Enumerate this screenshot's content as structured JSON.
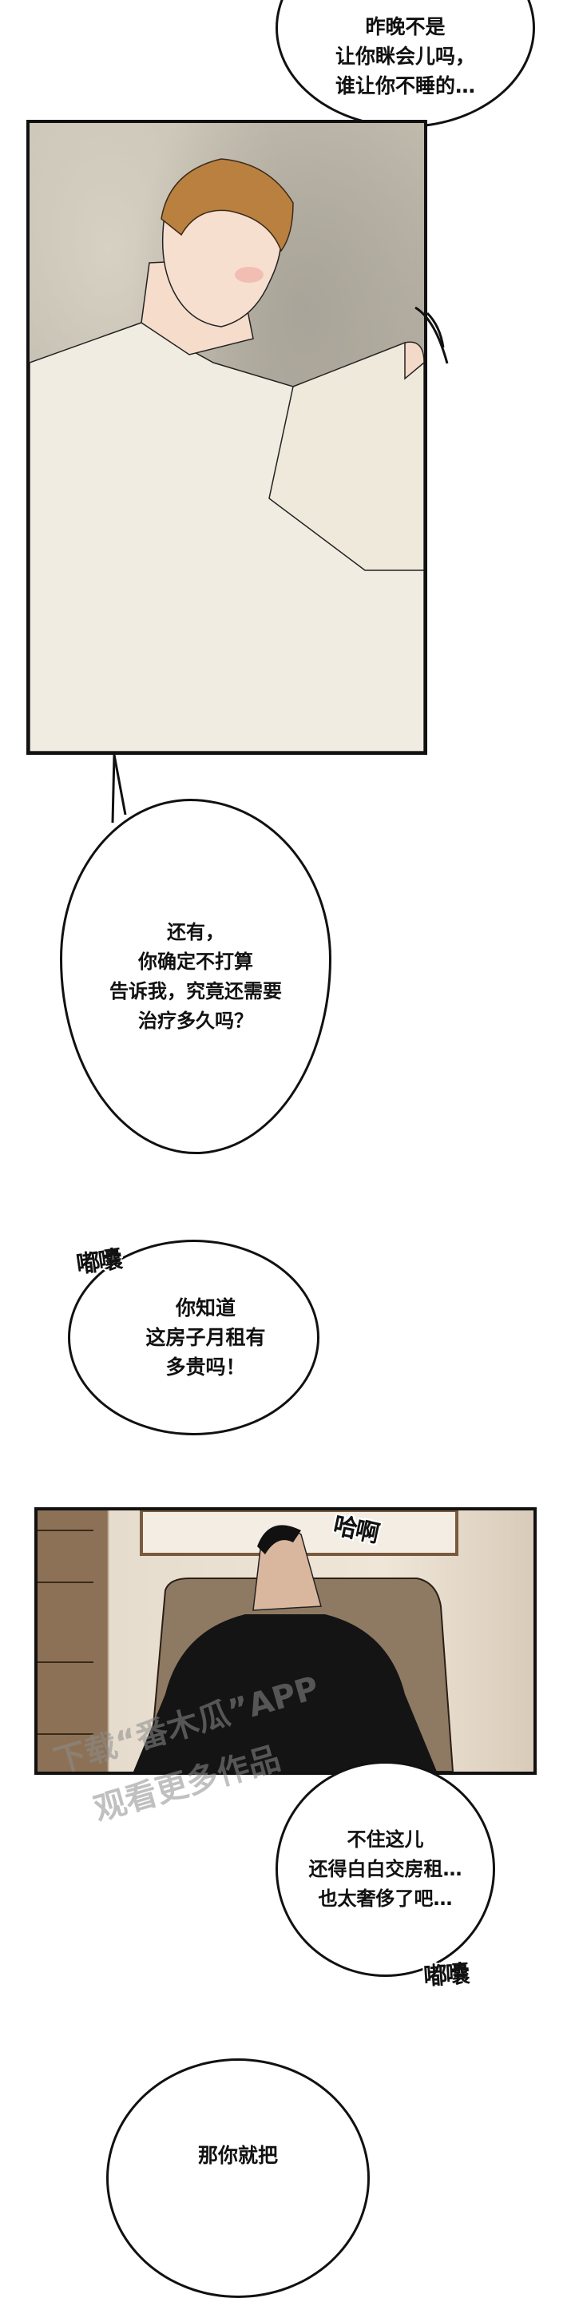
{
  "page": {
    "type": "webtoon-strip",
    "background_color": "#ffffff"
  },
  "bubbles": [
    {
      "id": "bubble-1",
      "lines": "昨晚不是\n让你眯会儿吗，\n谁让你不睡的…"
    },
    {
      "id": "bubble-2",
      "lines": "还有，\n你确定不打算\n告诉我，究竟还需要\n治疗多久吗？"
    },
    {
      "id": "bubble-3",
      "lines": "你知道\n这房子月租有\n多贵吗！"
    },
    {
      "id": "bubble-4",
      "lines": "不住这儿\n还得白白交房租…\n也太奢侈了吧…"
    },
    {
      "id": "bubble-5",
      "lines": "那你就把"
    }
  ],
  "sfx": [
    {
      "id": "sfx-mutter-1",
      "text": "嘟囔"
    },
    {
      "id": "sfx-sigh",
      "text": "哈啊"
    },
    {
      "id": "sfx-mutter-2",
      "text": "嘟囔"
    }
  ],
  "panels": [
    {
      "id": "panel-1",
      "description": "brown-haired man in white shirt lifting fabric, grey textured background",
      "colors": {
        "background": "#b7b1a4",
        "hair": "#b9803f",
        "shirt": "#f2ede2"
      }
    },
    {
      "id": "panel-2",
      "description": "man in black sweater leaning back in armchair with head tilted up",
      "colors": {
        "wall": "#efe6d8",
        "chair": "#8e7a63",
        "sweater": "#141414",
        "door": "#8c7156"
      }
    }
  ],
  "watermark": {
    "line1": "下载“番木瓜”APP",
    "line2": "观看更多作品"
  }
}
